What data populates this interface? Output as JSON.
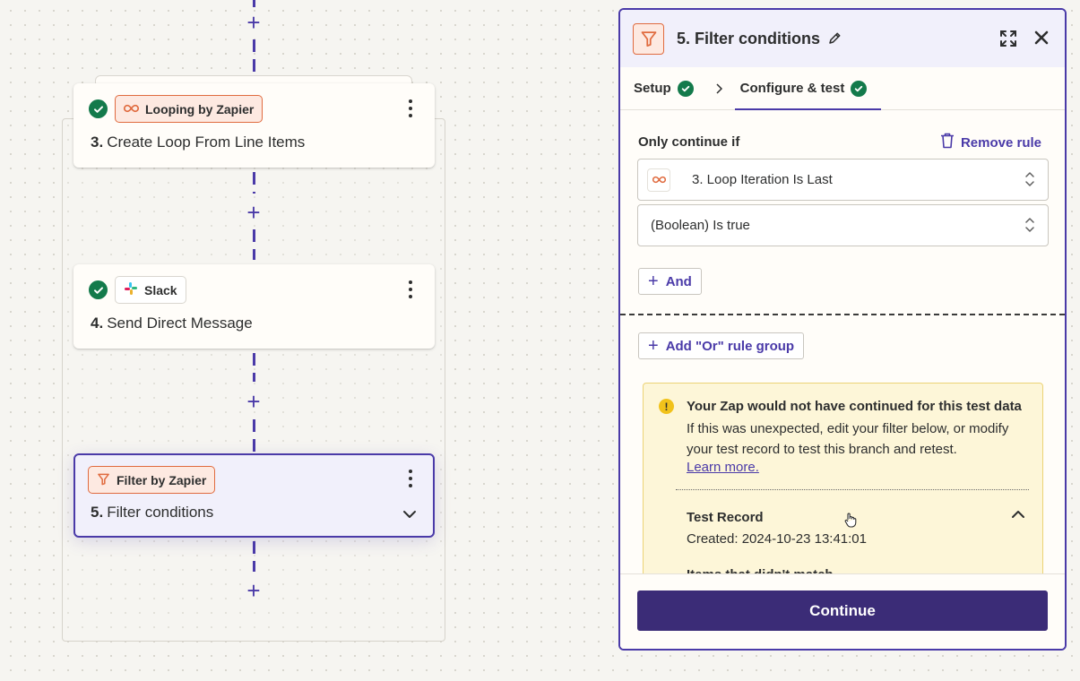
{
  "canvas": {
    "steps": [
      {
        "app": "Looping by Zapier",
        "number": "3.",
        "title": "Create Loop From Line Items",
        "status": "complete"
      },
      {
        "app": "Slack",
        "number": "4.",
        "title": "Send Direct Message",
        "status": "complete"
      },
      {
        "app": "Filter by Zapier",
        "number": "5.",
        "title": "Filter conditions",
        "status": "selected"
      }
    ],
    "add_step_symbol": "+"
  },
  "panel": {
    "title": "5. Filter conditions",
    "tabs": [
      {
        "label": "Setup",
        "complete": true
      },
      {
        "label": "Configure & test",
        "complete": true,
        "active": true
      }
    ],
    "condition": {
      "label": "Only continue if",
      "remove_label": "Remove rule",
      "field_value": "3. Loop Iteration Is Last",
      "operator_value": "(Boolean) Is true",
      "and_label": "And",
      "or_group_label": "Add \"Or\" rule group"
    },
    "warning": {
      "icon": "!",
      "title": "Your Zap would not have continued for this test data",
      "body": "If this was unexpected, edit your filter below, or modify your test record to test this branch and retest.",
      "link": "Learn more."
    },
    "record": {
      "title": "Test Record",
      "created": "Created: 2024-10-23 13:41:01",
      "unmatched_label": "Items that didn't match"
    },
    "continue_label": "Continue"
  },
  "colors": {
    "accent": "#4a3aa8",
    "success": "#137a4b",
    "zapier_orange": "#e06b3f",
    "warning_bg": "#fdf6d8",
    "primary_button": "#3b2c77"
  }
}
